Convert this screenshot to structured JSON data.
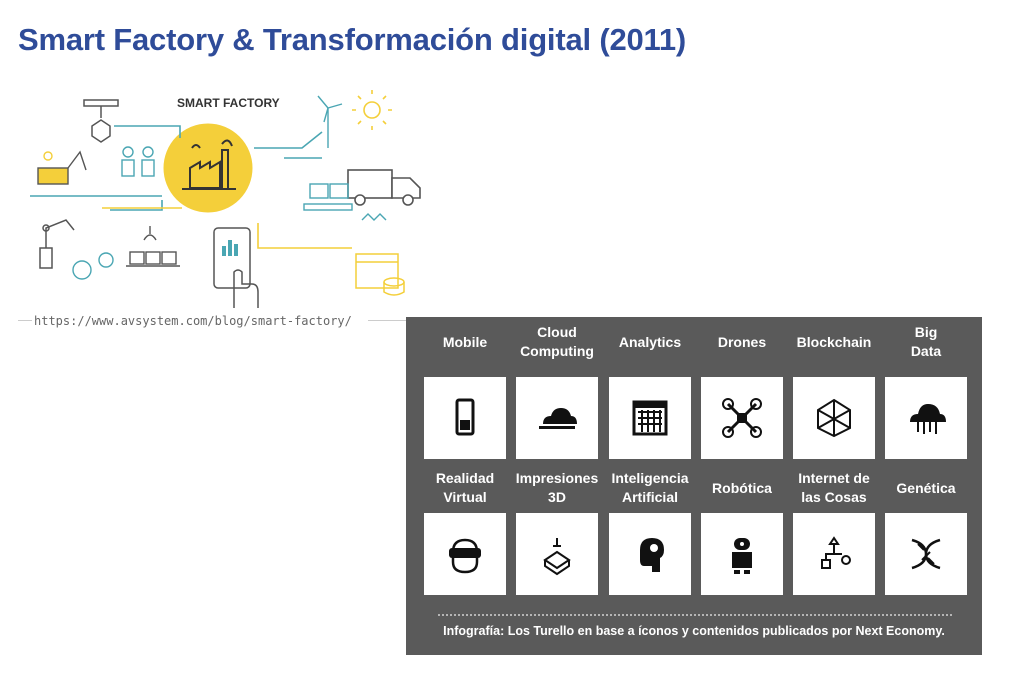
{
  "title": "Smart Factory & Transformación digital (2011)",
  "illustration": {
    "heading": "SMART FACTORY",
    "accent_yellow": "#f4cf3a",
    "accent_teal": "#4aa6b3"
  },
  "source_url": "https://www.avsystem.com/blog/smart-factory/",
  "infographic": {
    "background": "#5a5a5a",
    "row1": [
      {
        "label": "Mobile",
        "icon": "mobile-phone-icon"
      },
      {
        "label": "Cloud\nComputing",
        "icon": "cloud-icon"
      },
      {
        "label": "Analytics",
        "icon": "calendar-grid-icon"
      },
      {
        "label": "Drones",
        "icon": "drone-icon"
      },
      {
        "label": "Blockchain",
        "icon": "blockchain-icon"
      },
      {
        "label": "Big\nData",
        "icon": "data-cloud-icon"
      }
    ],
    "row2": [
      {
        "label": "Realidad\nVirtual",
        "icon": "vr-headset-icon"
      },
      {
        "label": "Impresiones\n3D",
        "icon": "3d-printer-icon"
      },
      {
        "label": "Inteligencia\nArtificial",
        "icon": "ai-head-icon"
      },
      {
        "label": "Robótica",
        "icon": "robot-icon"
      },
      {
        "label": "Internet de\nlas Cosas",
        "icon": "iot-icon"
      },
      {
        "label": "Genética",
        "icon": "dna-icon"
      }
    ],
    "credit": "Infografía: Los Turello en base a íconos y contenidos publicados por Next Economy."
  }
}
